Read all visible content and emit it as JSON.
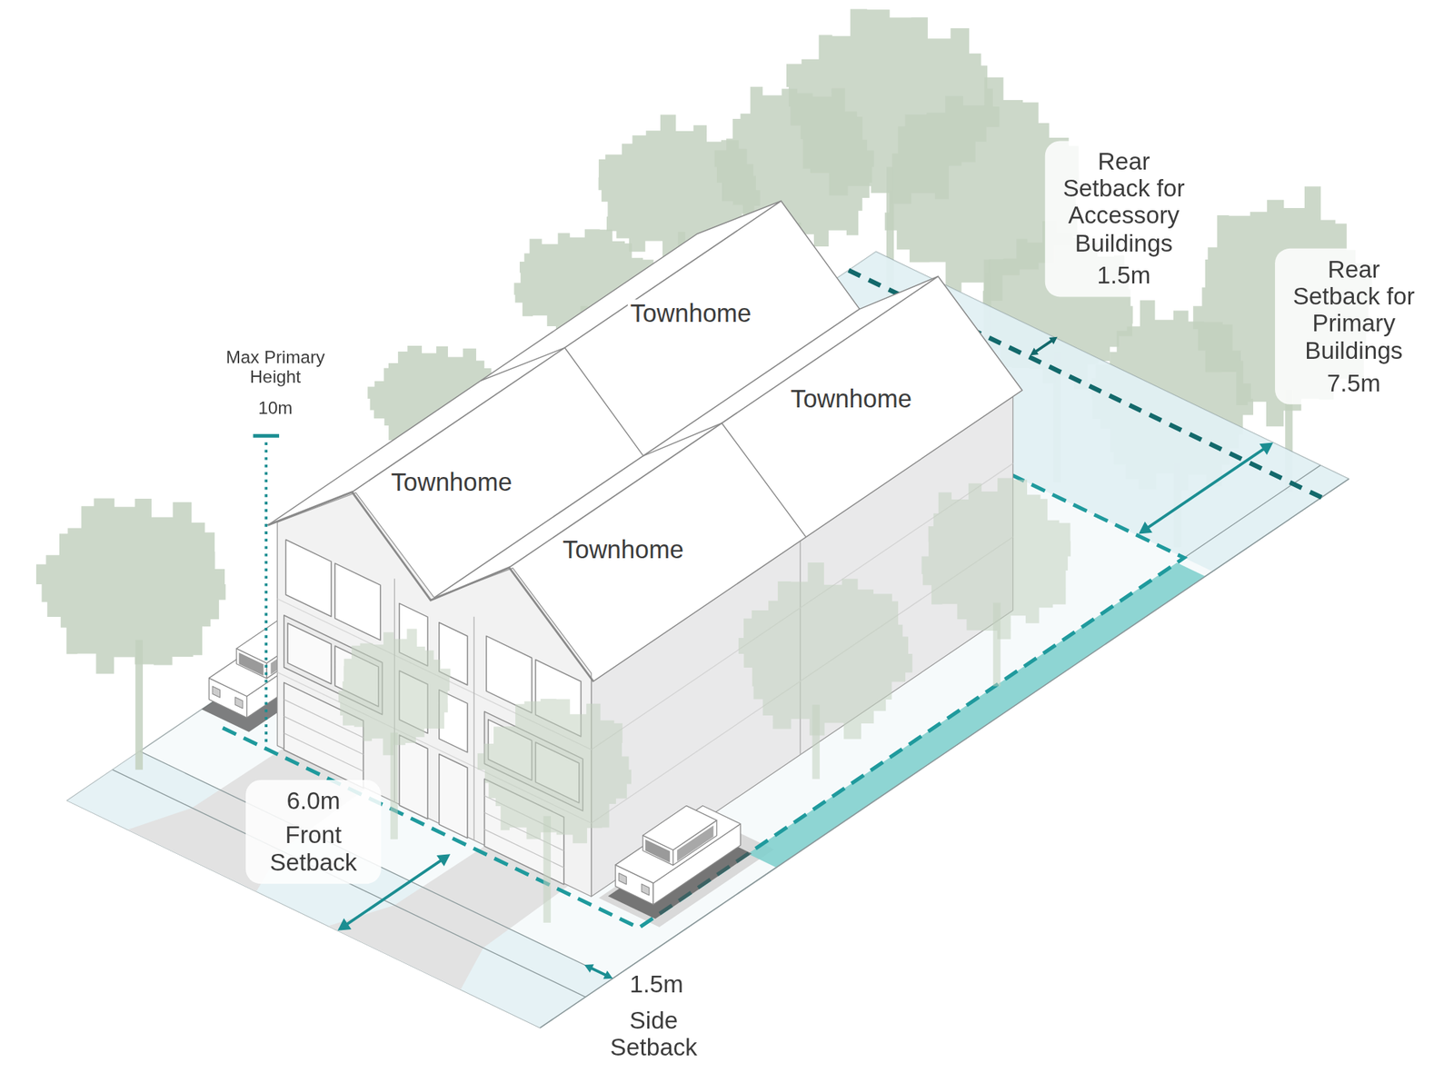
{
  "diagram": {
    "nodes": [
      {
        "text": [
          "Rear Setback for Accessory Buildings",
          "1.5m"
        ]
      },
      {
        "text": [
          "Rear Setback for Primary Buildings",
          "7.5m"
        ]
      },
      {
        "text": [
          "6.0m",
          "Front Setback"
        ]
      }
    ],
    "labels": [
      "Townhome",
      "Max Primary Height",
      "10m",
      "Townhome",
      "Townhome",
      "Townhome",
      "1.5m",
      "Side Setback"
    ]
  }
}
